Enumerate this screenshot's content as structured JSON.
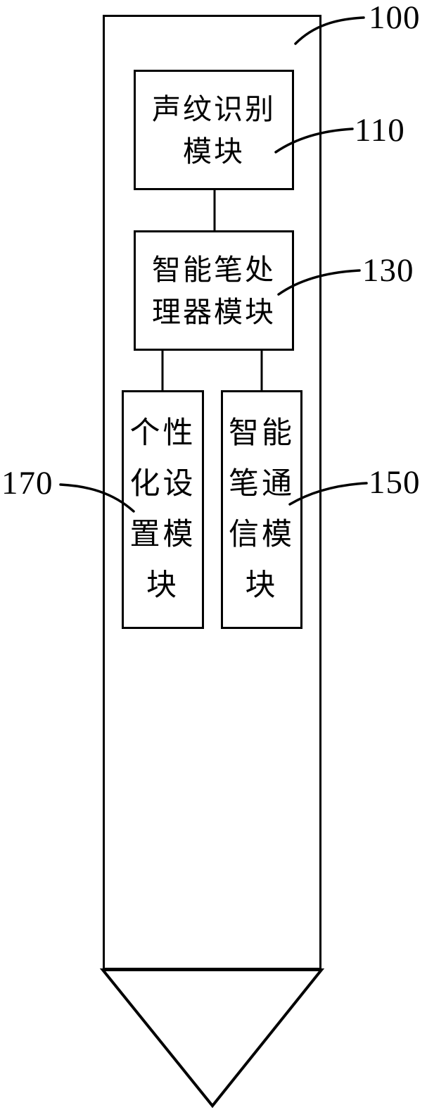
{
  "diagram": {
    "pen": {
      "ref": "100"
    },
    "modules": [
      {
        "ref": "110",
        "text": "声纹识别模块",
        "lines": [
          "声纹识别",
          "模块"
        ]
      },
      {
        "ref": "130",
        "text": "智能笔处理器模块",
        "lines": [
          "智能笔处",
          "理器模块"
        ]
      },
      {
        "ref": "170",
        "text": "个性化设置模块",
        "lines": [
          "个性",
          "化设",
          "置模",
          "块"
        ]
      },
      {
        "ref": "150",
        "text": "智能笔通信模块",
        "lines": [
          "智能",
          "笔通",
          "信模",
          "块"
        ]
      }
    ],
    "colors": {
      "line": "#000000",
      "background": "#ffffff"
    }
  }
}
